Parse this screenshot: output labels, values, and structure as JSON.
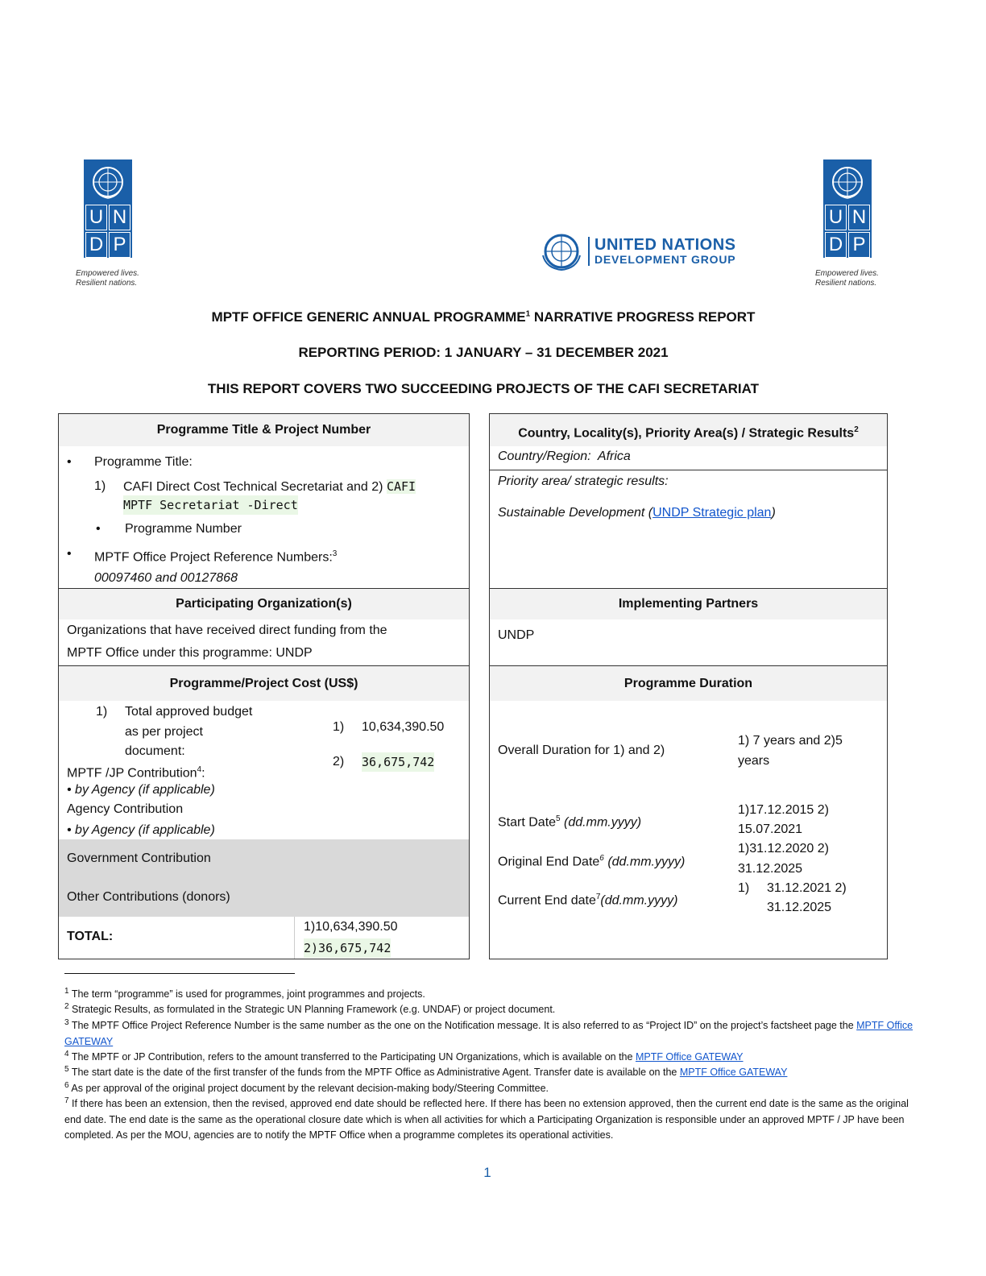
{
  "logos": {
    "undp_letters": [
      "U",
      "N",
      "D",
      "P"
    ],
    "undp_tagline_1": "Empowered lives.",
    "undp_tagline_2": "Resilient nations.",
    "undg_line1": "UNITED NATIONS",
    "undg_line2": "DEVELOPMENT GROUP",
    "brand_color": "#1a5fa8"
  },
  "titles": {
    "main_pre": "MPTF OFFICE GENERIC ANNUAL PROGRAMME",
    "main_sup": "1",
    "main_post": " NARRATIVE PROGRESS REPORT",
    "period": "REPORTING PERIOD: 1 JANUARY – 31 DECEMBER 2021",
    "covers": "THIS REPORT COVERS TWO SUCCEEDING PROJECTS OF THE CAFI SECRETARIAT"
  },
  "left": {
    "programme_header": "Programme Title & Project Number",
    "programme_title_label": "Programme Title:",
    "programme_title_num": "1)",
    "programme_title_text_a": "CAFI Direct Cost Technical Secretariat and 2)",
    "programme_title_text_b1": "CAFI",
    "programme_title_text_b2": "MPTF Secretariat -Direct",
    "programme_number_label": "Programme Number",
    "ref_label": "MPTF Office Project Reference Numbers:",
    "ref_sup": "3",
    "ref_numbers": "00097460 and 00127868",
    "participating_header": "Participating Organization(s)",
    "participating_text_1": "Organizations that have received direct funding from the",
    "participating_text_2": "MPTF Office under this programme: UNDP",
    "cost_header": "Programme/Project Cost (US$)",
    "cost_item_num": "1)",
    "cost_item_1": "Total approved budget",
    "cost_item_2": "as per project",
    "cost_item_3": "document:",
    "mptf_contribution": "MPTF /JP Contribution",
    "mptf_sup": "4",
    "by_agency_1": "by Agency (if applicable)",
    "agency_contribution": "Agency Contribution",
    "by_agency_2": "by Agency (if applicable)",
    "value_1_num": "1)",
    "value_1": "10,634,390.50",
    "value_2_num": "2)",
    "value_2": "36,675,742",
    "government": "Government Contribution",
    "other": "Other Contributions (donors)",
    "total_label": "TOTAL:",
    "total_1": "1)10,634,390.50",
    "total_2": "2)36,675,742"
  },
  "right": {
    "country_header": "Country, Locality(s), Priority Area(s) / Strategic Results",
    "country_sup": "2",
    "country_region_label": "Country/Region:",
    "country_region_value": "Africa",
    "priority_label": "Priority area/ strategic results:",
    "sustainable_pre": "Sustainable Development (",
    "sustainable_link": "UNDP Strategic plan",
    "sustainable_post": ")",
    "implementing_header": "Implementing Partners",
    "implementing_value": "UNDP",
    "duration_header": "Programme Duration",
    "overall_label": "Overall Duration for 1) and 2)",
    "overall_value_1": "1) 7 years and 2)5",
    "overall_value_2": "years",
    "start_label": "Start Date",
    "start_sup": "5",
    "start_fmt": "(dd.mm.yyyy)",
    "start_value_1": "1)17.12.2015 2)",
    "start_value_2": "15.07.2021",
    "orig_label": "Original End Date",
    "orig_sup": "6",
    "orig_fmt": "(dd.mm.yyyy)",
    "orig_value_1": "1)31.12.2020 2)",
    "orig_value_2": "31.12.2025",
    "current_label": "Current End date",
    "current_sup": "7",
    "current_fmt": "(dd.mm.yyyy)",
    "current_value_num": "1)",
    "current_value_1": "31.12.2021 2)",
    "current_value_2": "31.12.2025"
  },
  "footnotes": {
    "f1": "The term “programme” is used for programmes, joint programmes and projects.",
    "f2": "Strategic Results, as formulated in the Strategic UN Planning Framework (e.g. UNDAF) or project document.",
    "f3": "The MPTF Office Project Reference Number is the same number as the one on the Notification message. It is also referred to as  “Project ID” on the project’s factsheet page the",
    "f4": "The MPTF or JP Contribution, refers to the amount transferred to the Participating UN Organizations, which is available on the",
    "f5": "The start date is the date of the first transfer of the funds from the MPTF Office as Administrative Agent. Transfer date is available on the",
    "f6": "As per approval of the original project document by the relevant decision-making body/Steering Committee.",
    "f7": "If there has been an extension, then the revised, approved end date should be reflected here. If there has been no extension approved, then the current end date is the same as the original end date. The end date is the same as the operational closure date which is when all activities for which a Participating Organization is responsible under an approved MPTF / JP have been completed. As per the MOU, agencies are to notify the MPTF Office when a programme completes its operational activities.",
    "gateway_link": "MPTF Office GATEWAY",
    "n1": "1",
    "n2": "2",
    "n3": "3",
    "n4": "4",
    "n5": "5",
    "n6": "6",
    "n7": "7"
  },
  "page_number": "1"
}
